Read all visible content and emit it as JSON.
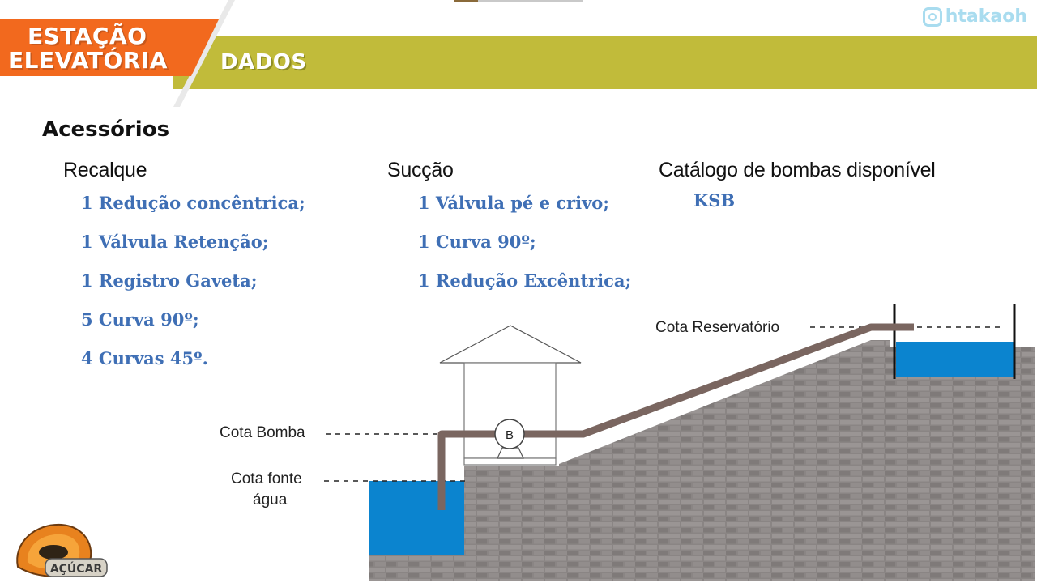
{
  "header": {
    "title_line1": "ESTAÇÃO",
    "title_line2": "ELEVATÓRIA",
    "section": "DADOS",
    "watermark": "htakaoh"
  },
  "colors": {
    "orange": "#f2691e",
    "olive": "#c1bb3a",
    "item_blue": "#3f6fb5",
    "water": "#0b84cf",
    "pipe": "#7a6660",
    "brick": "#8a8584"
  },
  "content": {
    "heading": "Acessórios",
    "recalque": {
      "title": "Recalque",
      "items": [
        "1 Redução concêntrica;",
        "1 Válvula Retenção;",
        "1 Registro Gaveta;",
        "5 Curva 90º;",
        "4 Curvas 45º."
      ]
    },
    "succao": {
      "title": "Sucção",
      "items": [
        "1 Válvula pé e crivo;",
        "1 Curva 90º;",
        "1 Redução Excêntrica;"
      ]
    },
    "catalogo": {
      "title": "Catálogo de bombas disponível",
      "items": [
        "KSB"
      ]
    }
  },
  "diagram": {
    "pump_label": "B",
    "cota_reservatorio": "Cota Reservatório",
    "cota_bomba": "Cota Bomba",
    "cota_fonte_line1": "Cota fonte",
    "cota_fonte_line2": "água"
  },
  "logo": {
    "text": "AÇÚCAR"
  }
}
